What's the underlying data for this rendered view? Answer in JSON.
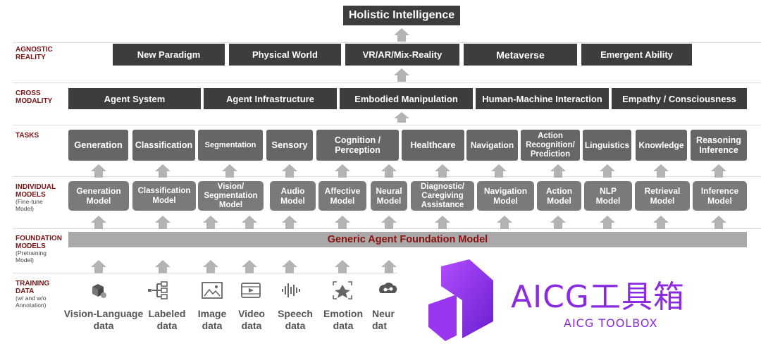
{
  "top": {
    "title": "Holistic Intelligence"
  },
  "row_labels": {
    "agnostic": {
      "title": "AGNOSTIC\nREALITY",
      "sub": ""
    },
    "cross": {
      "title": "CROSS\nMODALITY",
      "sub": ""
    },
    "tasks": {
      "title": "TASKS",
      "sub": ""
    },
    "individual": {
      "title": "INDIVIDUAL\nMODELS",
      "sub": "(Fine-tune\nModel)"
    },
    "foundation": {
      "title": "FOUNDATION\nMODELS",
      "sub": "(Pretraining\nModel)"
    },
    "training": {
      "title": "TRAINING\nDATA",
      "sub": "(w/ and w/o\nAnnotation)"
    }
  },
  "agnostic_reality": [
    "New Paradigm",
    "Physical World",
    "VR/AR/Mix-Reality",
    "Metaverse",
    "Emergent Ability"
  ],
  "cross_modality": [
    "Agent System",
    "Agent Infrastructure",
    "Embodied Manipulation",
    "Human-Machine Interaction",
    "Empathy / Consciousness"
  ],
  "tasks": [
    "Generation",
    "Classification",
    "Segmentation",
    "Sensory",
    "Cognition /\nPerception",
    "Healthcare",
    "Navigation",
    "Action\nRecognition/\nPrediction",
    "Linguistics",
    "Knowledge",
    "Reasoning\nInference"
  ],
  "individual_models": [
    "Generation\nModel",
    "Classification\nModel",
    "Vision/\nSegmentation\nModel",
    "Audio\nModel",
    "Affective\nModel",
    "Neural\nModel",
    "Diagnostic/\nCaregiving\nAssistance",
    "Navigation\nModel",
    "Action\nModel",
    "NLP\nModel",
    "Retrieval\nModel",
    "Inference\nModel"
  ],
  "foundation": {
    "label": "Generic Agent Foundation Model"
  },
  "training_data": [
    {
      "label": "Vision-Language\ndata",
      "icon": "vision-language-icon"
    },
    {
      "label": "Labeled\ndata",
      "icon": "labeled-data-icon"
    },
    {
      "label": "Image\ndata",
      "icon": "image-icon"
    },
    {
      "label": "Video\ndata",
      "icon": "video-icon"
    },
    {
      "label": "Speech\ndata",
      "icon": "speech-waveform-icon"
    },
    {
      "label": "Emotion\ndata",
      "icon": "emotion-icon"
    },
    {
      "label": "Neur\ndat",
      "icon": "neural-icon"
    }
  ],
  "watermark": {
    "title": "AICG工具箱",
    "subtitle": "AICG TOOLBOX",
    "color": "#8a2be2"
  },
  "colors": {
    "dark_box": "#3d3d3d",
    "task_box": "#666666",
    "model_box": "#7a7a7a",
    "foundation_bar": "#a9a9a9",
    "foundation_text": "#8b1010",
    "row_label": "#7a1414",
    "arrow": "#b3b3b3"
  }
}
